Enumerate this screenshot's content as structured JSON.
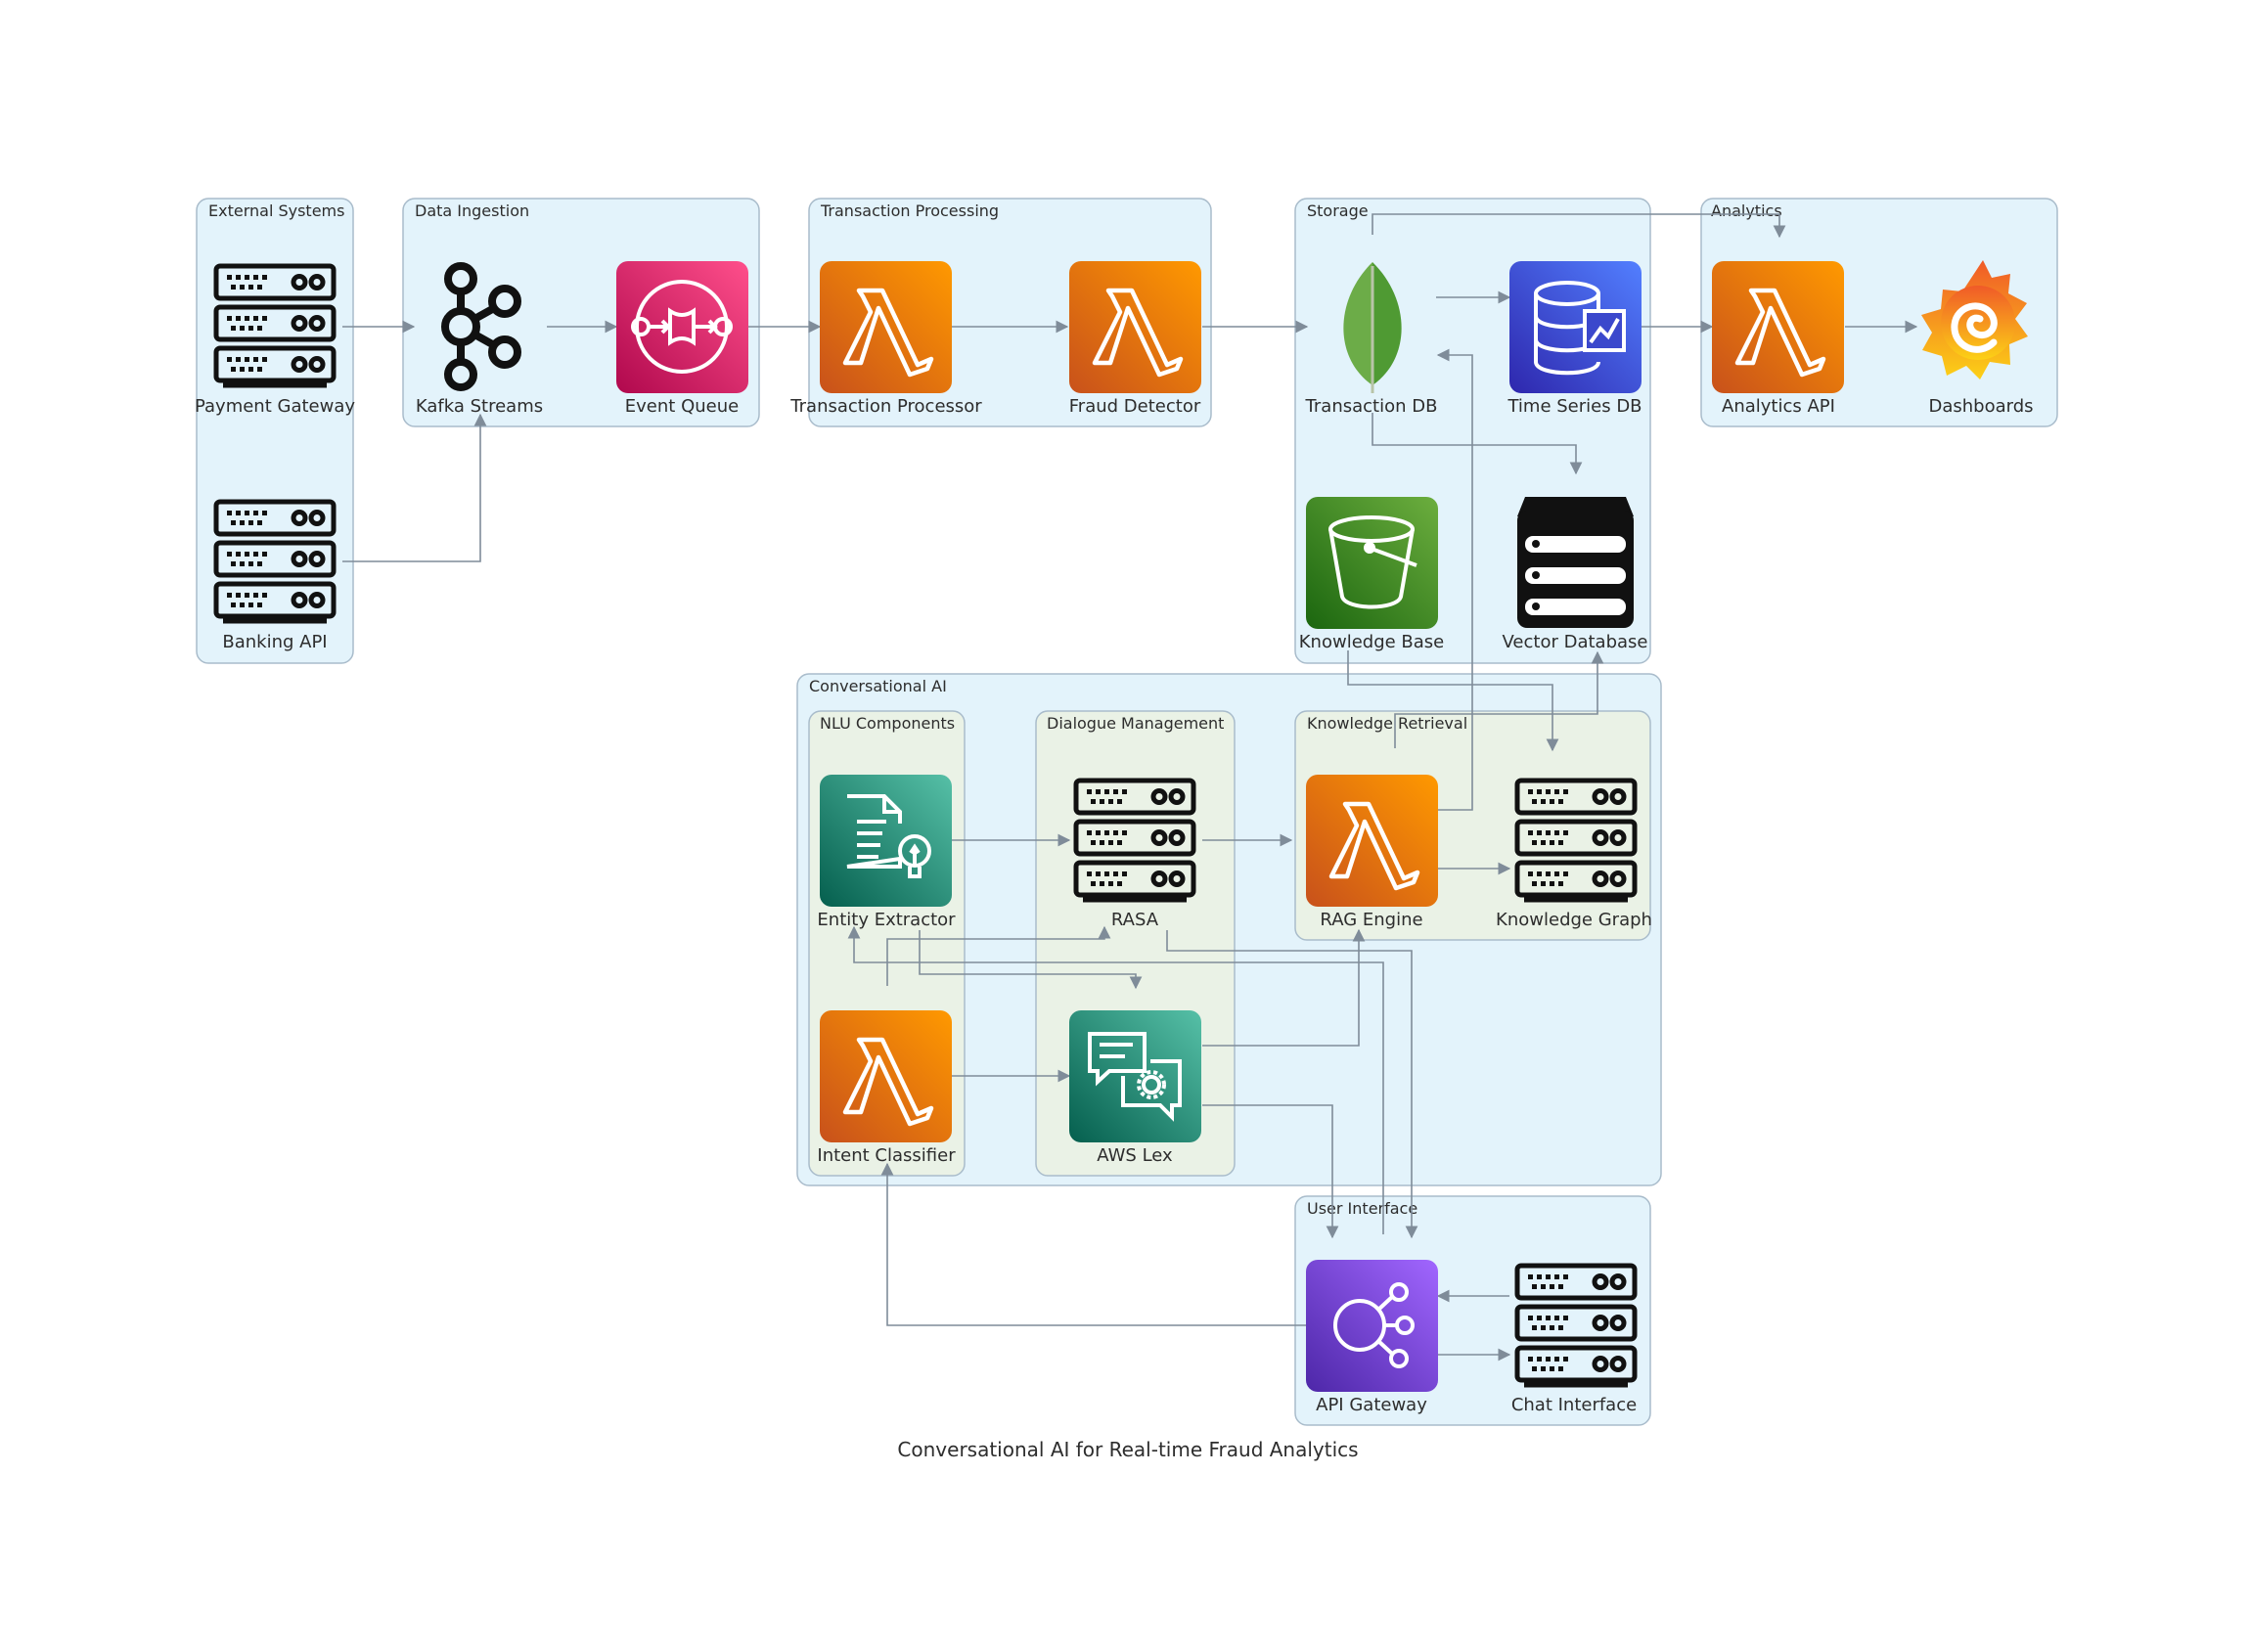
{
  "title": "Conversational AI for Real-time Fraud Analytics",
  "clusters": {
    "external": "External Systems",
    "ingestion": "Data Ingestion",
    "processing": "Transaction Processing",
    "storage": "Storage",
    "analytics": "Analytics",
    "convai": "Conversational AI",
    "nlu": "NLU Components",
    "dialogue": "Dialogue Management",
    "retrieval": "Knowledge Retrieval",
    "ui": "User Interface"
  },
  "nodes": {
    "payment_gateway": {
      "label": "Payment Gateway",
      "icon": "server-icon"
    },
    "banking_api": {
      "label": "Banking API",
      "icon": "server-icon"
    },
    "kafka": {
      "label": "Kafka Streams",
      "icon": "kafka-icon"
    },
    "event_queue": {
      "label": "Event Queue",
      "icon": "sqs-icon"
    },
    "tx_processor": {
      "label": "Transaction Processor",
      "icon": "lambda-icon"
    },
    "fraud_detector": {
      "label": "Fraud Detector",
      "icon": "lambda-icon"
    },
    "transaction_db": {
      "label": "Transaction DB",
      "icon": "mongodb-icon"
    },
    "timeseries_db": {
      "label": "Time Series DB",
      "icon": "timestream-icon"
    },
    "knowledge_base": {
      "label": "Knowledge Base",
      "icon": "s3-bucket-icon"
    },
    "vector_db": {
      "label": "Vector Database",
      "icon": "database-stack-icon"
    },
    "analytics_api": {
      "label": "Analytics API",
      "icon": "lambda-icon"
    },
    "dashboards": {
      "label": "Dashboards",
      "icon": "grafana-icon"
    },
    "entity_extractor": {
      "label": "Entity Extractor",
      "icon": "comprehend-icon"
    },
    "intent_classifier": {
      "label": "Intent Classifier",
      "icon": "lambda-icon"
    },
    "rasa": {
      "label": "RASA",
      "icon": "server-icon"
    },
    "aws_lex": {
      "label": "AWS Lex",
      "icon": "lex-icon"
    },
    "rag_engine": {
      "label": "RAG Engine",
      "icon": "lambda-icon"
    },
    "knowledge_graph": {
      "label": "Knowledge Graph",
      "icon": "server-icon"
    },
    "api_gateway": {
      "label": "API Gateway",
      "icon": "api-gateway-icon"
    },
    "chat_interface": {
      "label": "Chat Interface",
      "icon": "server-icon"
    }
  },
  "colors": {
    "lambda": "#ed7100",
    "sqs": "#e7157b",
    "timestream": "#3b48cc",
    "s3": "#3f8624",
    "comprehend": "#1b7a64",
    "api_gateway": "#7b3fe4",
    "edge": "#7f8c99",
    "outer_cluster": "#e3f3fb",
    "inner_cluster": "#eaf2e6"
  }
}
